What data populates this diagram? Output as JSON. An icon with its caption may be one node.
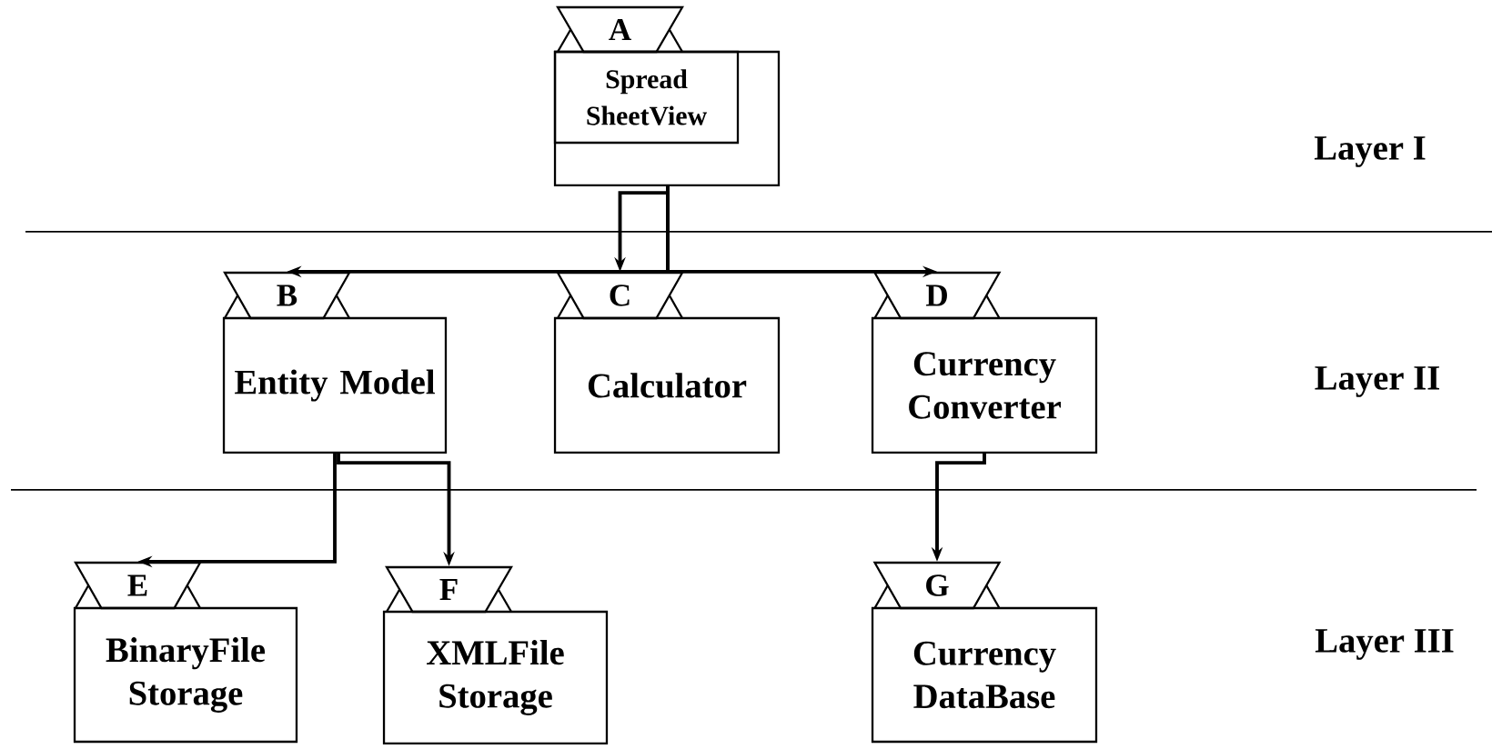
{
  "diagram": {
    "nodes": [
      {
        "text": [
          "A"
        ]
      },
      {
        "text": [
          "Spread SheetView"
        ]
      },
      {
        "text": [
          "B"
        ]
      },
      {
        "text": [
          "Entity Model"
        ]
      },
      {
        "text": [
          "C"
        ]
      },
      {
        "text": [
          "Calculator"
        ]
      },
      {
        "text": [
          "D"
        ]
      },
      {
        "text": [
          "Currency Converter"
        ]
      },
      {
        "text": [
          "E"
        ]
      },
      {
        "text": [
          "BinaryFile Storage"
        ]
      },
      {
        "text": [
          "F"
        ]
      },
      {
        "text": [
          "XMLFile Storage"
        ]
      },
      {
        "text": [
          "G"
        ]
      },
      {
        "text": [
          "Currency DataBase"
        ]
      }
    ],
    "edges": [
      {
        "from": 1,
        "to": 4,
        "arrow": "to"
      },
      {
        "from": 1,
        "to": 2,
        "arrow": "to"
      },
      {
        "from": 1,
        "to": 6,
        "arrow": "to"
      },
      {
        "from": 3,
        "to": 8,
        "arrow": "to"
      },
      {
        "from": 3,
        "to": 10,
        "arrow": "to"
      },
      {
        "from": 7,
        "to": 12,
        "arrow": "to"
      }
    ],
    "labels": [
      "Layer I",
      "Layer II",
      "Layer III"
    ]
  }
}
